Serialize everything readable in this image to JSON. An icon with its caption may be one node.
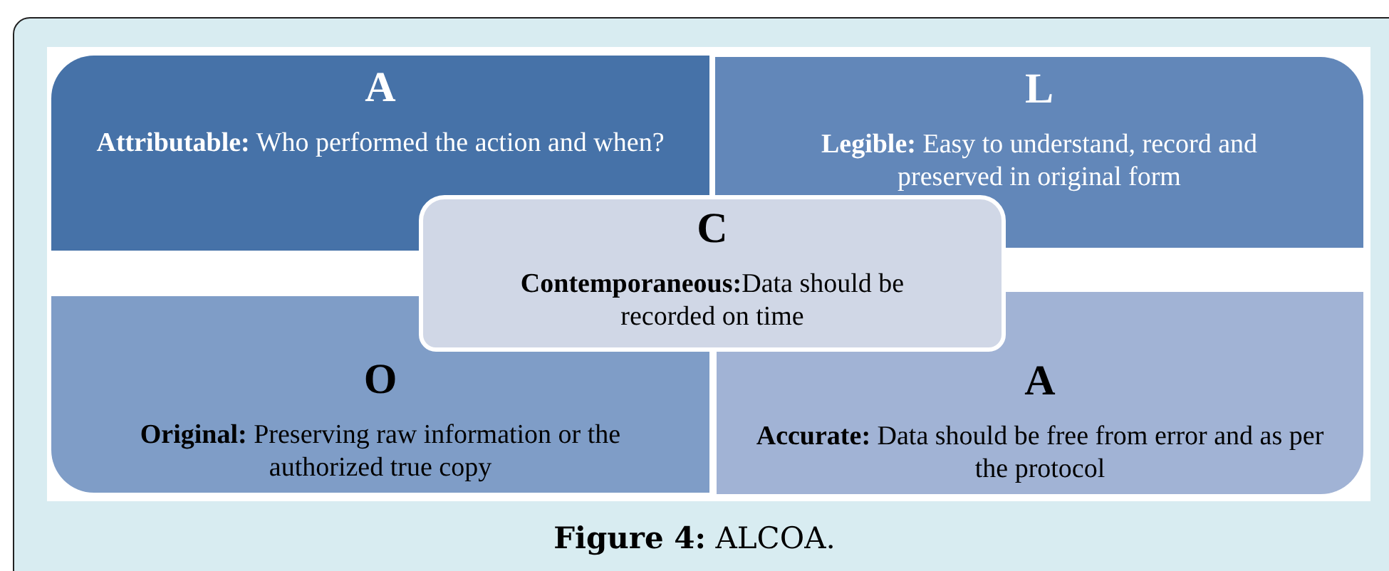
{
  "diagram": {
    "caption": "**Figure 4:** ALCOA.",
    "nodes": [
      {
        "text": [
          "A",
          "**Attributable:** Who performed the action and when?"
        ]
      },
      {
        "text": [
          "L",
          "**Legible:** Easy to understand, record and preserved in original form"
        ]
      },
      {
        "text": [
          "C",
          "**Contemporaneous:**Data should be recorded on time"
        ]
      },
      {
        "text": [
          "O",
          "**Original:** Preserving raw information or the authorized true copy"
        ]
      },
      {
        "text": [
          "A",
          "**Accurate:** Data should be free from error and as per the protocol"
        ]
      }
    ]
  }
}
